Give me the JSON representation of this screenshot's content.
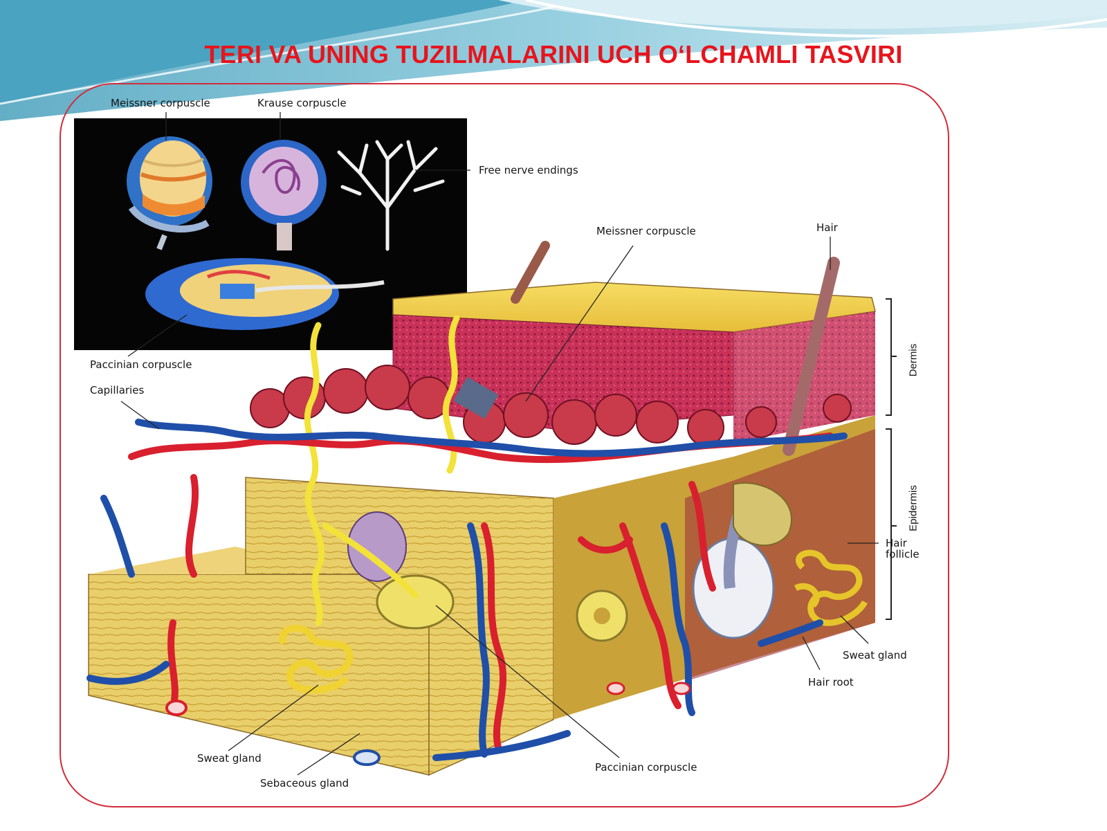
{
  "slide": {
    "title": "TERI VA UNING TUZILMALARINI UCH O‘LCHAMLI TASVIRI",
    "title_color": "#e8141c",
    "frame_color": "#d12c3a",
    "header_color": "#4aa3c0"
  },
  "diagram": {
    "inset_labels": {
      "meissner": "Meissner corpuscle",
      "krause": "Krause corpuscle",
      "free_nerve": "Free nerve endings",
      "paccinian": "Paccinian corpuscle"
    },
    "labels": {
      "capillaries": "Capillaries",
      "meissner": "Meissner corpuscle",
      "hair": "Hair",
      "dermis": "Dermis",
      "epidermis": "Epidermis",
      "hair_follicle_1": "Hair",
      "hair_follicle_2": "follicle",
      "sweat_gland_right": "Sweat gland",
      "hair_root": "Hair root",
      "paccinian_bottom": "Paccinian corpuscle",
      "sweat_gland_left": "Sweat gland",
      "sebaceous": "Sebaceous gland"
    },
    "colors": {
      "artery": "#d8202e",
      "vein": "#1f4fa8",
      "nerve": "#f2e23a",
      "tissue": "#e7c75a",
      "papillae": "#c93a4a",
      "dermis_layer": "#c9345a"
    }
  }
}
